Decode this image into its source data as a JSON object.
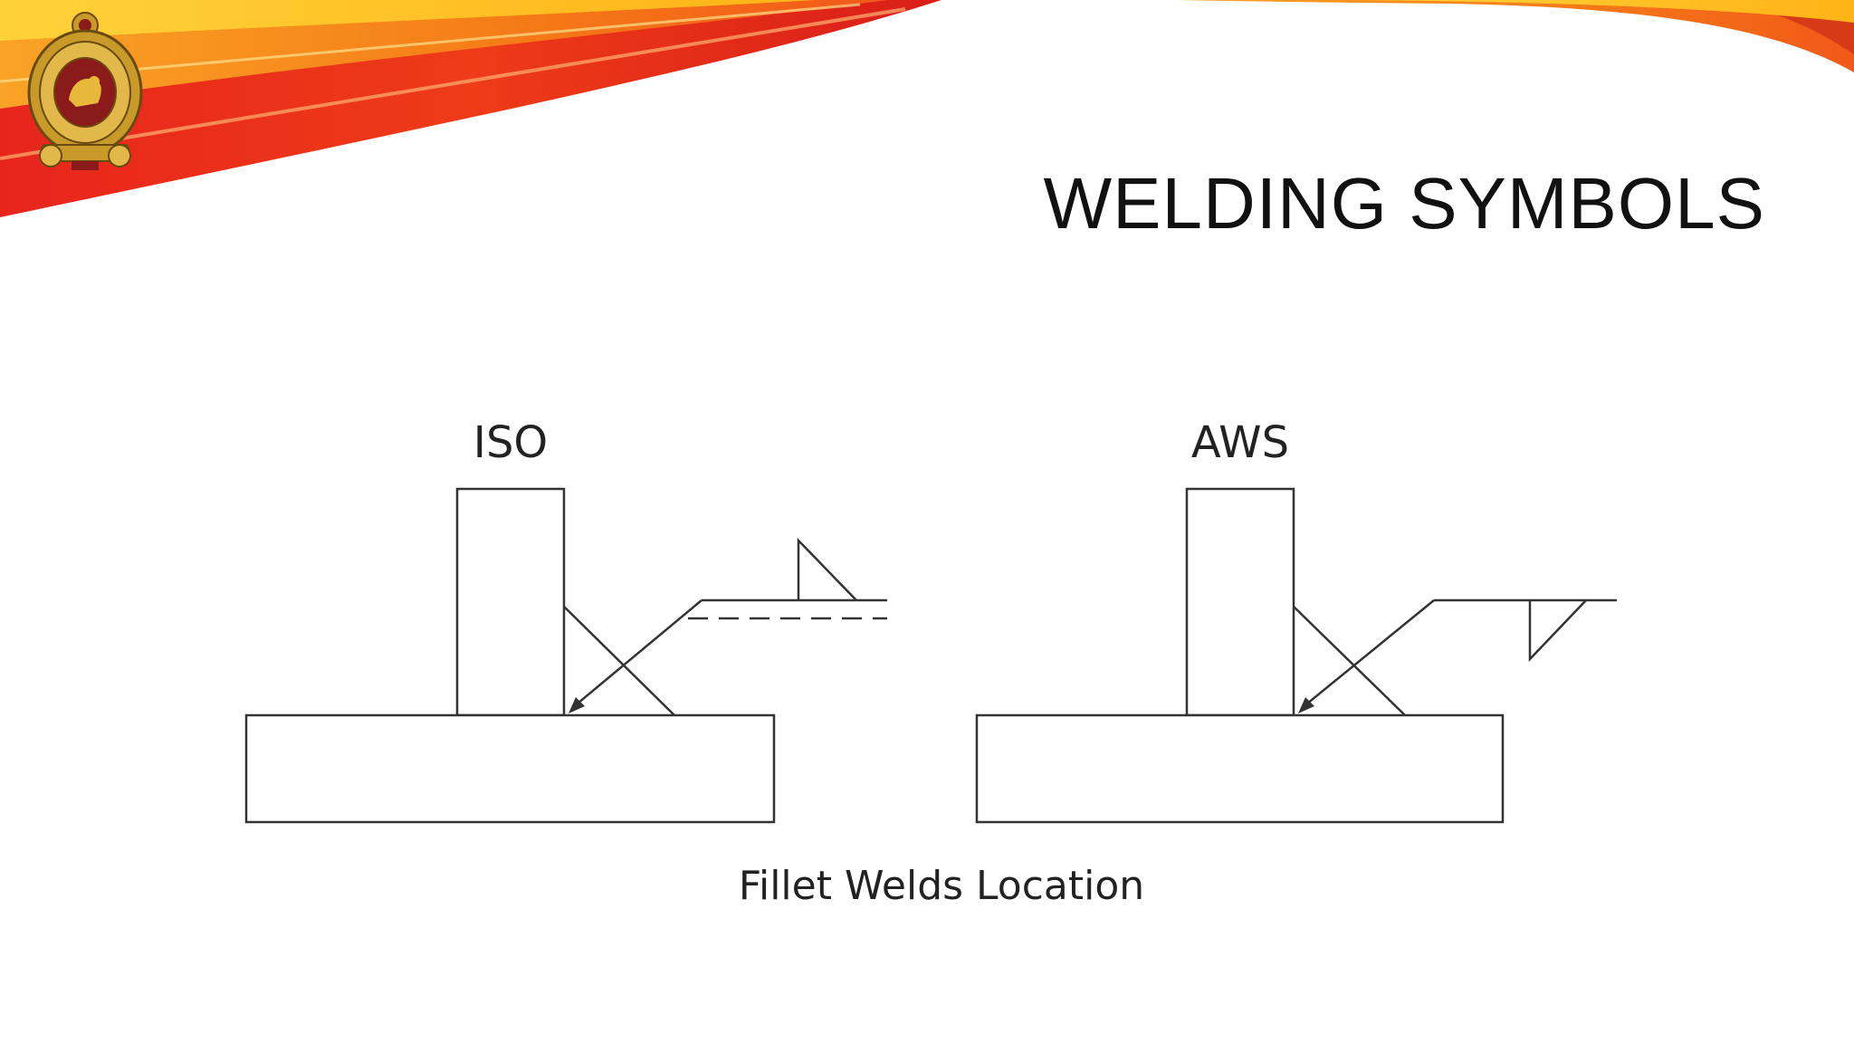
{
  "slide": {
    "title": "WELDING SYMBOLS",
    "logo_icon": "national-emblem-icon"
  },
  "diagram": {
    "left_label": "ISO",
    "right_label": "AWS",
    "caption": "Fillet Welds Location"
  },
  "colors": {
    "banner_red": "#e8251c",
    "banner_orange": "#f57a17",
    "banner_yellow": "#ffc21a",
    "emblem_gold": "#c89a2a",
    "emblem_maroon": "#8b1a1a",
    "line": "#333333",
    "text": "#111111"
  }
}
